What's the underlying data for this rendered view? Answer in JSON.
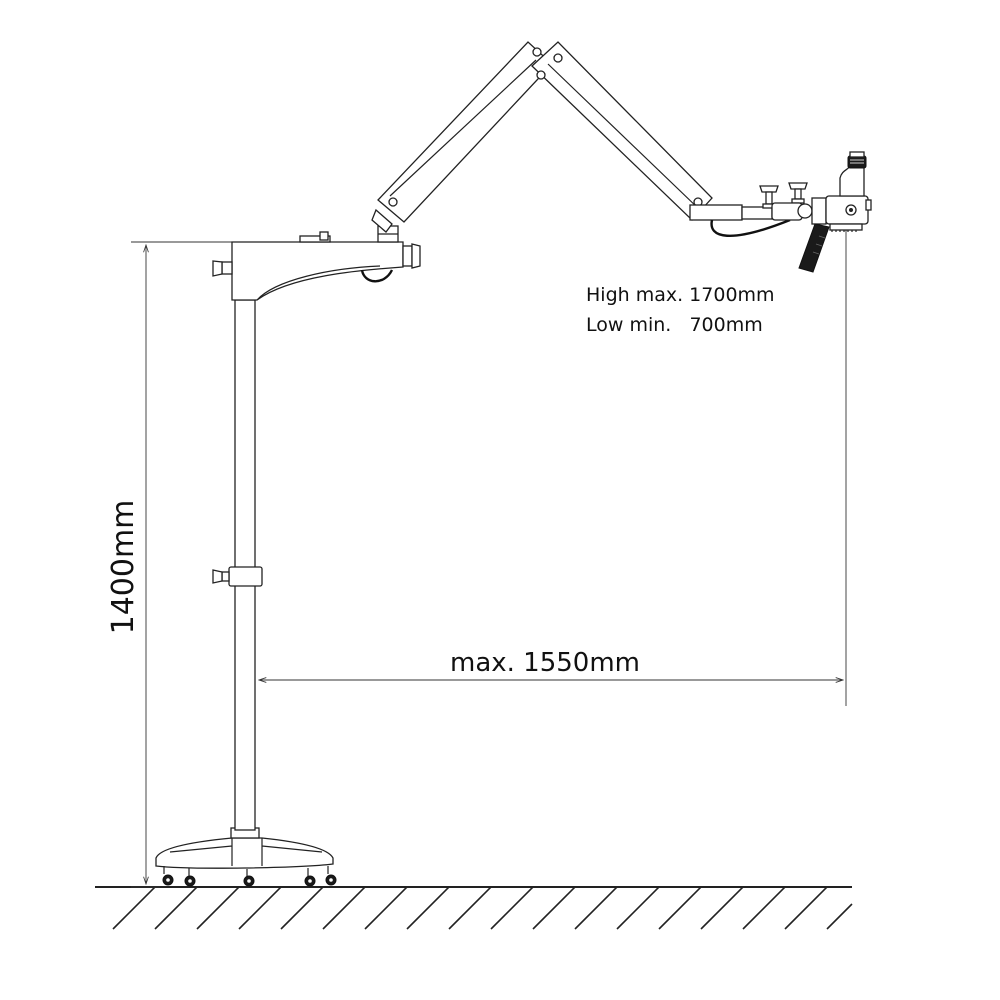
{
  "dimensions": {
    "height_label": "1400mm",
    "reach_label": "max. 1550mm"
  },
  "height_range": {
    "high_label": "High max. 1700mm",
    "low_label": "Low min.   700mm"
  },
  "colors": {
    "line": "#222222",
    "background": "#ffffff",
    "handle": "#1a1a1a"
  }
}
